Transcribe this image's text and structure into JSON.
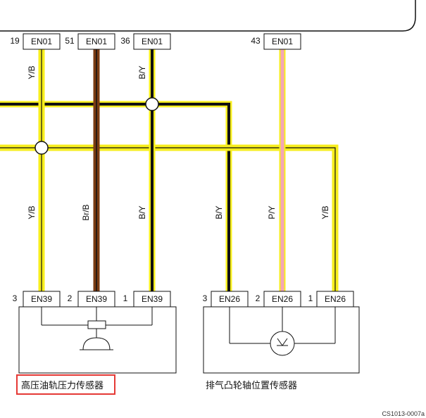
{
  "top_connectors": [
    {
      "pin": "19",
      "name": "EN01"
    },
    {
      "pin": "51",
      "name": "EN01"
    },
    {
      "pin": "36",
      "name": "EN01"
    },
    {
      "pin": "43",
      "name": "EN01"
    }
  ],
  "wire_labels_upper": [
    "Y/B",
    "B/Y"
  ],
  "wire_labels_lower": [
    "Y/B",
    "Br/B",
    "B/Y",
    "B/Y",
    "P/Y",
    "Y/B"
  ],
  "sensor1": {
    "name": "高压油轨压力传感器",
    "pins": [
      {
        "pin": "3",
        "name": "EN39"
      },
      {
        "pin": "2",
        "name": "EN39"
      },
      {
        "pin": "1",
        "name": "EN39"
      }
    ]
  },
  "sensor2": {
    "name": "排气凸轮轴位置传感器",
    "pins": [
      {
        "pin": "3",
        "name": "EN26"
      },
      {
        "pin": "2",
        "name": "EN26"
      },
      {
        "pin": "1",
        "name": "EN26"
      }
    ]
  },
  "figure_code": "CS1013-0007a",
  "colors": {
    "yellow": "#f7ee1d",
    "brown": "#7a3b12",
    "black": "#111111",
    "pink": "#f4a6b6",
    "highlight_box": "#e53935"
  }
}
